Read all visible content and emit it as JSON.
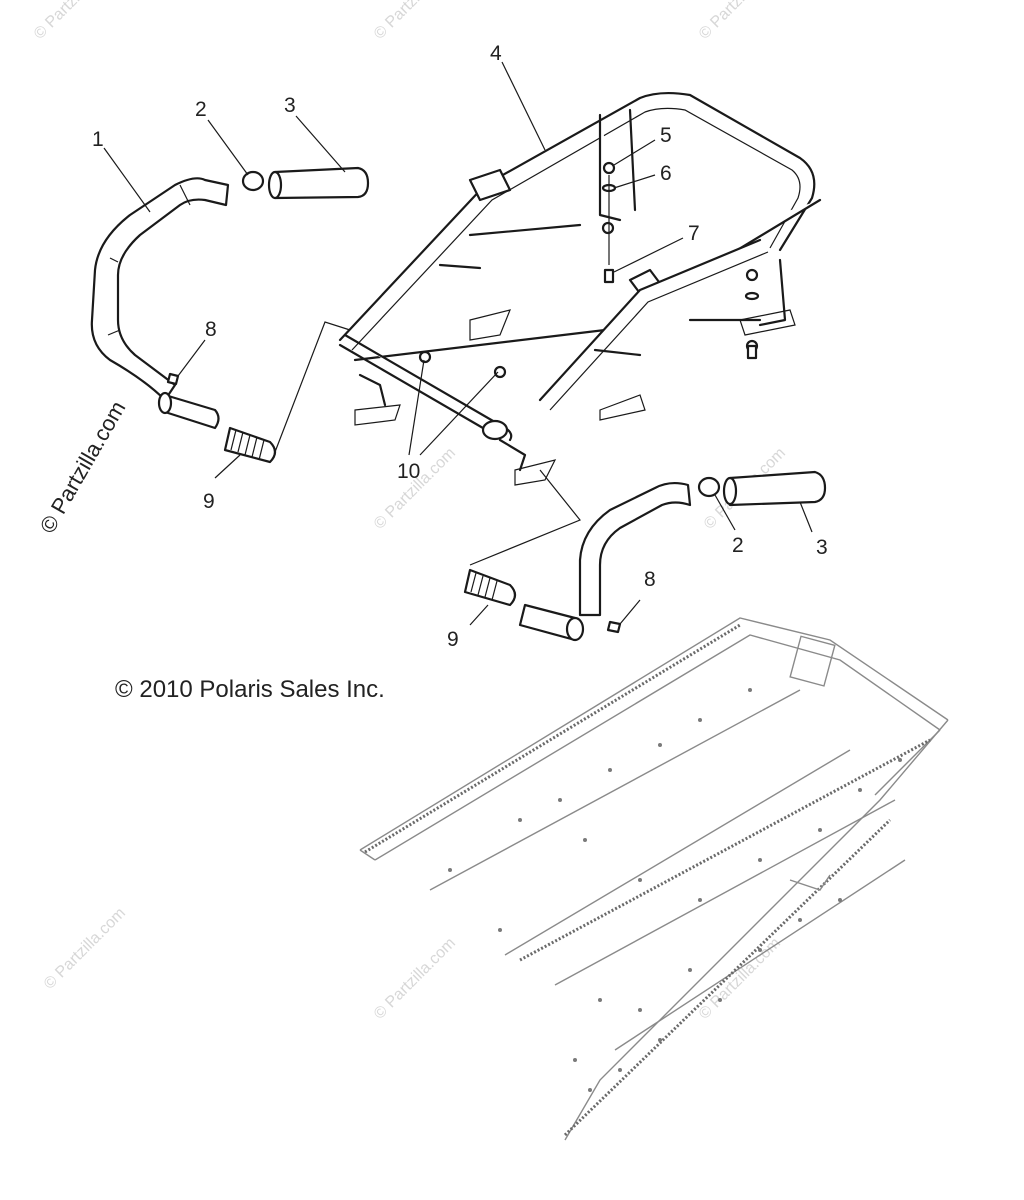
{
  "copyright": "© 2010 Polaris Sales Inc.",
  "watermark_left": "© Partzilla.com",
  "watermark_faint": "© Partzilla.com",
  "callouts": {
    "c1": "1",
    "c2a": "2",
    "c3a": "3",
    "c4": "4",
    "c5": "5",
    "c6": "6",
    "c7": "7",
    "c8a": "8",
    "c9a": "9",
    "c10": "10",
    "c2b": "2",
    "c3b": "3",
    "c8b": "8",
    "c9b": "9"
  }
}
